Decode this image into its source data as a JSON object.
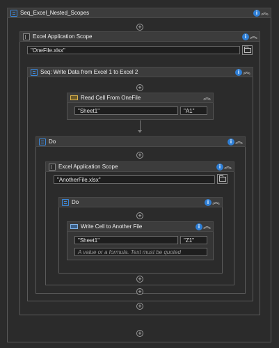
{
  "root": {
    "title": "Seq_Excel_Nested_Scopes"
  },
  "scope1": {
    "title": "Excel Application Scope",
    "path": "\"OneFile.xlsx\""
  },
  "seq": {
    "title": "Seq: Write Data from Excel 1 to Excel 2"
  },
  "read": {
    "title": "Read Cell From OneFile",
    "sheet": "\"Sheet1\"",
    "cell": "\"A1\""
  },
  "do1": {
    "title": "Do"
  },
  "scope2": {
    "title": "Excel Application Scope",
    "path": "\"AnotherFile.xlsx\""
  },
  "do2": {
    "title": "Do"
  },
  "write": {
    "title": "Write Cell to Another File",
    "sheet": "\"Sheet1\"",
    "cell": "\"Z1\"",
    "value_placeholder": "A value or a formula. Text must be quoted"
  },
  "icons": {
    "info": "i",
    "collapse": "︽",
    "plus": "+"
  }
}
